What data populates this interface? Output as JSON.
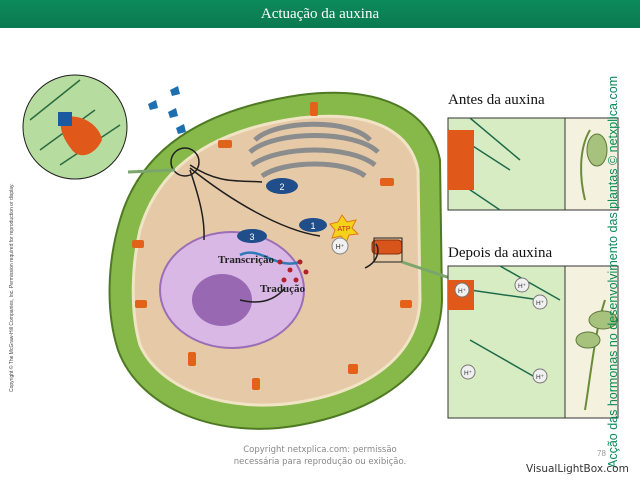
{
  "slide": {
    "title": "Actuação da auxina",
    "side_caption": "Acção das hormonas no desenvolvimento das plantas © netxplica.com",
    "publisher_copyright": "Copyright © The McGraw-Hill Companies, Inc. Permission required for reproduction or display.",
    "footer_line1": "Copyright netxplica.com: permissão",
    "footer_line2": "necessária para reprodução ou exibição.",
    "page_number": "78",
    "watermark": "VisualLightBox.com"
  },
  "diagram": {
    "panel_before_title": "Antes da auxina",
    "panel_after_title": "Depois da auxina",
    "step_1": "1",
    "step_2": "2",
    "step_3": "3",
    "atp_label": "ATP",
    "proton_label": "H⁺",
    "transcription_label": "Transcrição",
    "translation_label": "Tradução"
  }
}
